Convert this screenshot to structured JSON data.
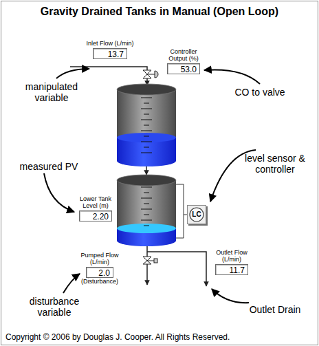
{
  "diagram": {
    "title": "Gravity Drained Tanks in Manual (Open Loop)",
    "caption": "Copyright © 2006 by Douglas J. Cooper.  All Rights Reserved.",
    "nodes": [
      {
        "text": [
          "Inlet Flow (L/min)",
          "13.7"
        ]
      },
      {
        "text": [
          "Controller Output (%)",
          "53.0"
        ]
      },
      {
        "text": [
          "Lower Tank Level (m)",
          "2.20"
        ]
      },
      {
        "text": [
          "LC"
        ]
      },
      {
        "text": [
          "Outlet Flow (L/min)",
          "11.7"
        ]
      },
      {
        "text": [
          "Pumped Flow (L/min)",
          "2.0",
          "(Disturbance)"
        ]
      }
    ],
    "labels": [
      "manipulated variable",
      "CO to valve",
      "level sensor & controller",
      "measured PV",
      "disturbance variable",
      "Outlet Drain"
    ]
  }
}
